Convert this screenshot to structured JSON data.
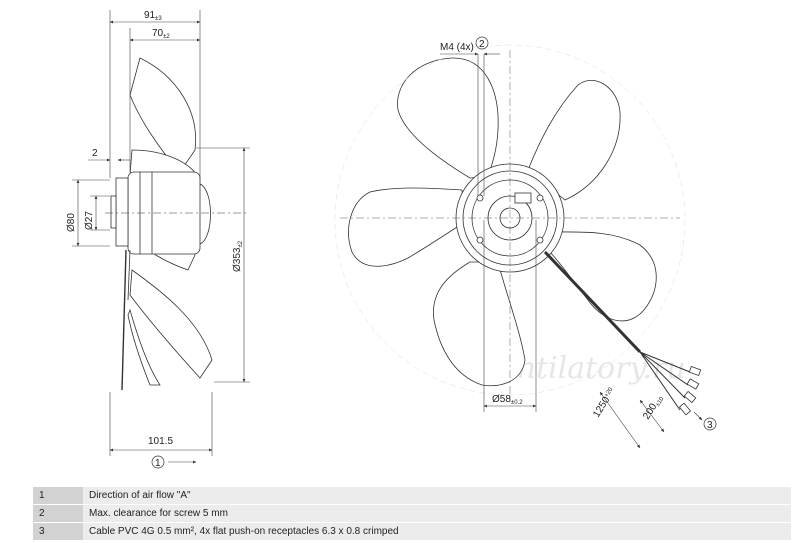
{
  "watermark": "Ventilatory.ru",
  "side_view": {
    "dim_overall_depth": "91",
    "dim_overall_depth_tol": "±3",
    "dim_motor_depth": "70",
    "dim_motor_depth_tol": "±2",
    "dim_flange_offset": "2",
    "dim_hub_diameter": "Ø80",
    "dim_shaft_diameter": "Ø27",
    "dim_fan_diameter": "Ø353",
    "dim_fan_diameter_tol": "±2",
    "dim_base_length": "101.5",
    "callout_airflow": "1"
  },
  "front_view": {
    "thread_label": "M4 (4x)",
    "callout_screw": "2",
    "dim_center_diameter": "Ø58",
    "dim_center_diameter_tol": "±0.2",
    "dim_cable_length": "1250",
    "dim_cable_length_tol": "+20",
    "dim_cable_end": "200",
    "dim_cable_end_tol": "±10",
    "callout_cable": "3"
  },
  "legend": [
    {
      "num": "1",
      "text": "Direction of air flow \"A\""
    },
    {
      "num": "2",
      "text": "Max. clearance for screw 5 mm"
    },
    {
      "num": "3",
      "text": "Cable PVC 4G 0.5 mm², 4x flat push-on receptacles 6.3 x 0.8 crimped"
    }
  ],
  "colors": {
    "line": "#333333",
    "blade_fill": "#ffffff",
    "dim_line": "#444444",
    "legend_num_bg": "#d2d2d2",
    "legend_text_bg": "#ececec"
  }
}
